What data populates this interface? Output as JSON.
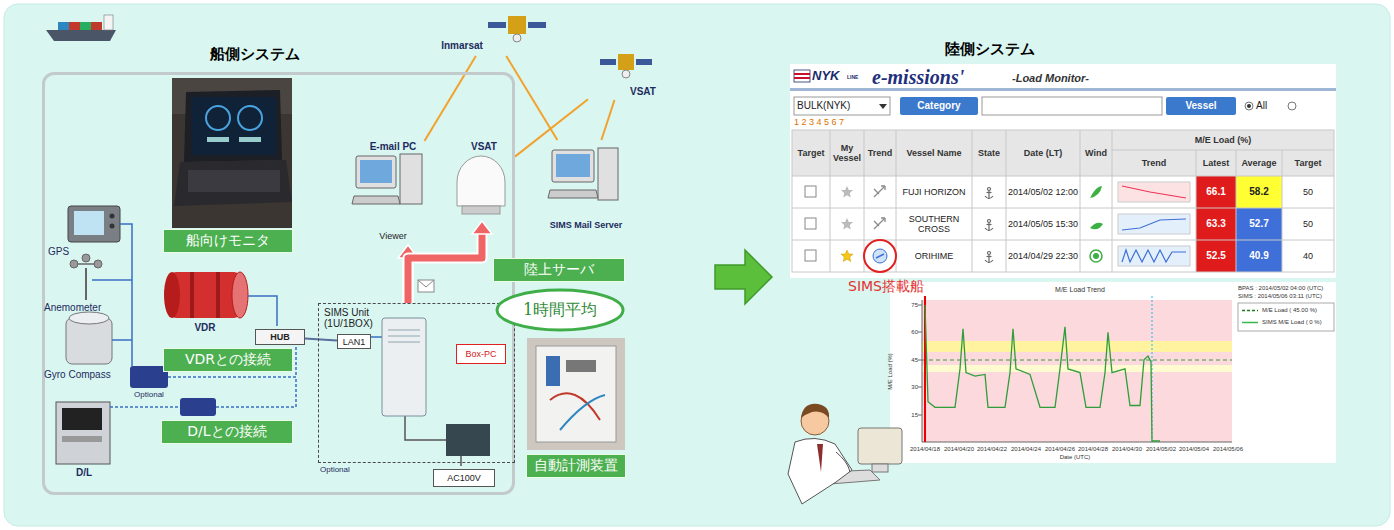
{
  "diagram": {
    "nodes": [
      {
        "text": [
          "船側システム"
        ]
      },
      {
        "text": [
          "船向けモニタ"
        ],
        "in": 0
      },
      {
        "text": [
          "VDRとの接続"
        ],
        "in": 0
      },
      {
        "text": [
          "D/Lとの接続"
        ],
        "in": 0
      },
      {
        "text": [
          "HUB"
        ],
        "in": 0
      },
      {
        "text": [
          "SIMS Unit (1U/1BOX)"
        ],
        "in": 0
      },
      {
        "text": [
          "LAN1"
        ],
        "in": 5
      },
      {
        "text": [
          "Box-PC"
        ],
        "in": 5
      },
      {
        "text": [
          "AC100V"
        ],
        "in": 0
      },
      {
        "text": [
          "E-mail PC",
          "Viewer"
        ],
        "in": 0
      },
      {
        "text": [
          "VSAT"
        ],
        "in": 0
      },
      {
        "text": [
          "Inmarsat"
        ]
      },
      {
        "text": [
          "VSAT"
        ]
      },
      {
        "text": [
          "SIMS Mail Server"
        ]
      },
      {
        "text": [
          "陸上サーバ"
        ]
      },
      {
        "text": [
          "1時間平均"
        ]
      },
      {
        "text": [
          "自動計測装置"
        ]
      },
      {
        "text": [
          "陸側システム"
        ]
      }
    ],
    "edges": [
      {
        "from": 4,
        "to": 6,
        "arrow": "none"
      },
      {
        "from": 5,
        "to": 9,
        "arrow": "to"
      },
      {
        "from": 5,
        "to": 10,
        "arrow": "to"
      },
      {
        "from": 9,
        "to": 11,
        "arrow": "none"
      },
      {
        "from": 10,
        "to": 12,
        "arrow": "none"
      },
      {
        "from": 11,
        "to": 13,
        "arrow": "none"
      },
      {
        "from": 12,
        "to": 13,
        "arrow": "none"
      }
    ],
    "labels": [
      "GPS",
      "Anemometer",
      "Gyro Compass",
      "VDR",
      "Optional",
      "D/L",
      "Optional",
      "NYK",
      "LINE",
      "e-missions'",
      "-Load Monitor-",
      "BULK(NYK)",
      "Category",
      "Vessel",
      "All",
      "1 2 3 4 5 6 7",
      "Target",
      "My Vessel",
      "Trend",
      "Vessel Name",
      "State",
      "Date (LT)",
      "Wind",
      "M/E Load (%)",
      "Trend",
      "Latest",
      "Average",
      "Target",
      "FUJI HORIZON",
      "2014/05/02 12:00",
      "66.1",
      "58.2",
      "50",
      "SOUTHERN CROSS",
      "2014/05/05 15:30",
      "63.3",
      "52.7",
      "50",
      "ORIHIME",
      "2014/04/29 22:30",
      "52.5",
      "40.9",
      "40",
      "SIMS搭載船",
      "M/E Load Trend",
      "BPAS : 2014/05/02 04:00 (UTC)",
      "SIMS : 2014/05/06 03:11 (UTC)",
      "75",
      "60",
      "45",
      "30",
      "15",
      "2014/04/18",
      "2014/04/20",
      "2014/04/22",
      "2014/04/24",
      "2014/04/26",
      "2014/04/28",
      "2014/04/30",
      "2014/05/02",
      "2014/05/04",
      "2014/05/06",
      "Date (UTC)",
      "M/E Load (%)"
    ],
    "legend": [
      {
        "text": "M/E Load ( 45.00 %)"
      },
      {
        "text": "SIMS M/E Load ( 0 %)"
      }
    ]
  }
}
